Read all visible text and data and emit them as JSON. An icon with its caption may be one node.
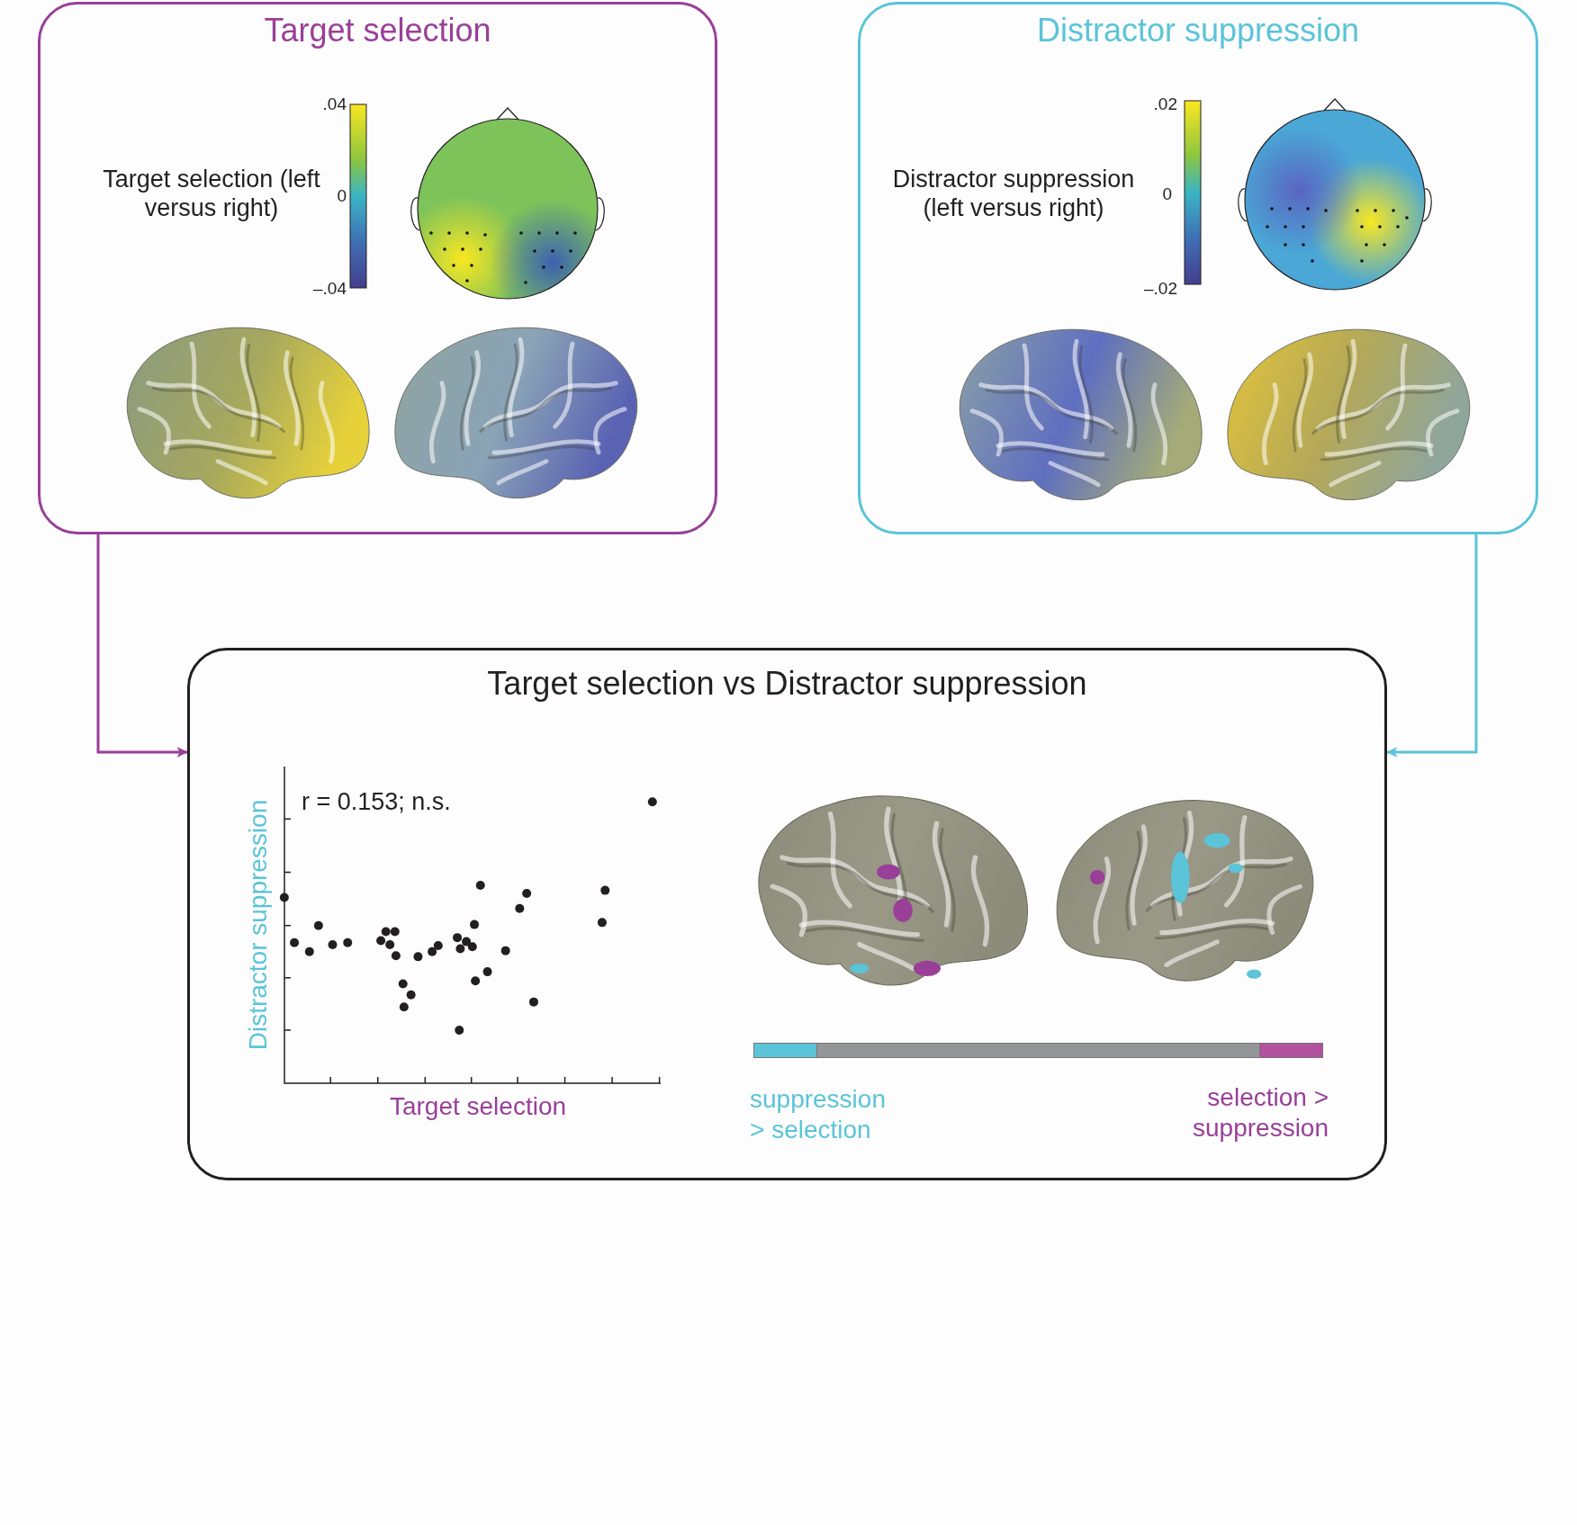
{
  "diagram": {
    "nodes": [
      {
        "text": [
          "Target selection"
        ]
      },
      {
        "text": [
          "Distractor suppression"
        ]
      },
      {
        "text": [
          "Target selection vs Distractor suppression"
        ]
      }
    ],
    "edges": [
      {
        "from": 0,
        "to": 2,
        "arrow": "to",
        "color": "#993f98"
      },
      {
        "from": 1,
        "to": 2,
        "arrow": "to",
        "color": "#5bc4d8"
      }
    ],
    "labels": [
      "Target selection (left versus right)",
      ".04",
      "0",
      "–.04",
      "Distractor suppression (left versus right)",
      ".02",
      "0",
      "–.02",
      "r = 0.153; n.s.",
      "Distractor suppression",
      "Target selection",
      "suppression > selection",
      "selection > suppression"
    ]
  }
}
